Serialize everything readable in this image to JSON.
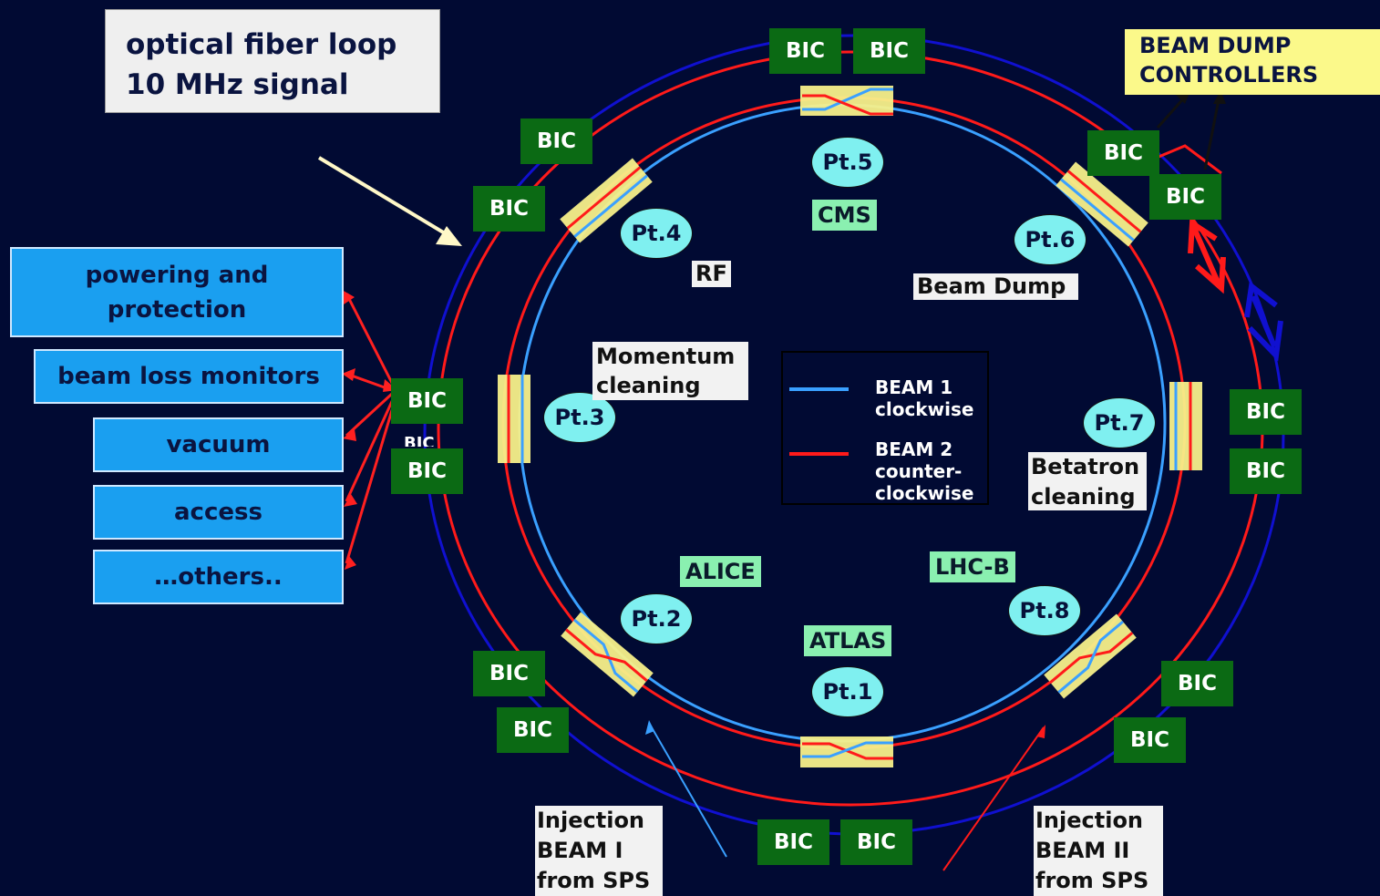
{
  "title_box": {
    "line1": "optical fiber loop",
    "line2": "10 MHz signal"
  },
  "beam_dump_controllers": {
    "line1": "BEAM DUMP",
    "line2": "CONTROLLERS"
  },
  "bic_label": "BIC",
  "points": [
    "Pt.1",
    "Pt.2",
    "Pt.3",
    "Pt.4",
    "Pt.5",
    "Pt.6",
    "Pt.7",
    "Pt.8"
  ],
  "experiments": {
    "cms": "CMS",
    "alice": "ALICE",
    "atlas": "ATLAS",
    "lhcb": "LHC-B"
  },
  "functions": {
    "rf": "RF",
    "beam_dump": "Beam Dump",
    "momentum_line1": "Momentum",
    "momentum_line2": "cleaning",
    "betatron_line1": "Betatron",
    "betatron_line2": "cleaning"
  },
  "systems": [
    "powering and protection",
    "beam loss monitors",
    "vacuum",
    "access",
    "…others.."
  ],
  "legend": {
    "beam1_line1": "BEAM 1",
    "beam1_line2": "clockwise",
    "beam2_line1": "BEAM 2",
    "beam2_line2": "counter-",
    "beam2_line3": "clockwise"
  },
  "injection1": {
    "line1": "Injection",
    "line2": "BEAM I",
    "line3": "from SPS"
  },
  "injection2": {
    "line1": "Injection",
    "line2": "BEAM II",
    "line3": "from SPS"
  },
  "colors": {
    "background": "#010a33",
    "fiber_loop": "#1010d0",
    "beam1": "#3aa0ff",
    "beam2": "#ff1a1a",
    "bic_box": "#0b6a14",
    "point_ellipse": "#7ff0f0",
    "insertion": "#f7f08a",
    "system_box": "#1a9ff0",
    "experiment_label": "#8af0b0"
  }
}
